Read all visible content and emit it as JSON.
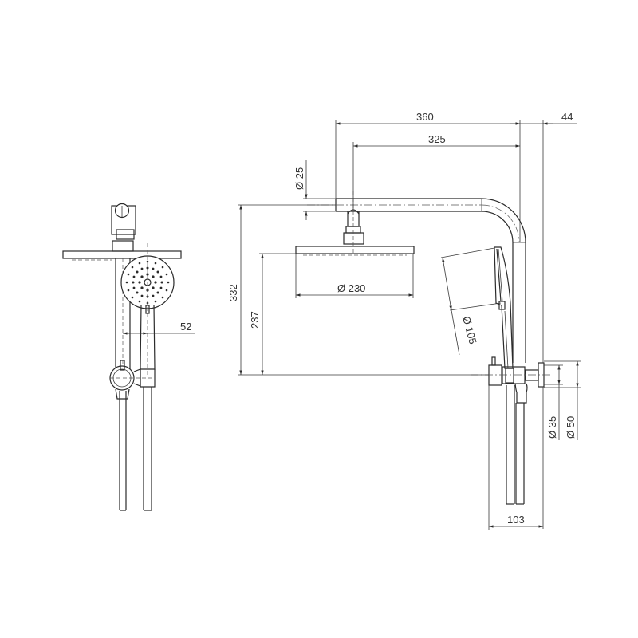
{
  "drawing": {
    "title": "Shower rail technical drawing",
    "units": "mm",
    "line_color": "#2b2b2b",
    "background": "#ffffff"
  },
  "front_view": {
    "dimensions": {
      "handshower_offset": "52"
    }
  },
  "side_view": {
    "dimensions": {
      "arm_length_overall": "360",
      "arm_to_head_center": "325",
      "wall_projection": "44",
      "arm_diameter": "Ø 25",
      "overall_height": "332",
      "head_height": "237",
      "rain_head_diameter": "Ø 230",
      "hand_shower_diameter": "Ø 105",
      "bracket_diameter_inner": "Ø 35",
      "bracket_diameter_outer": "Ø 50",
      "bracket_depth": "103"
    }
  }
}
